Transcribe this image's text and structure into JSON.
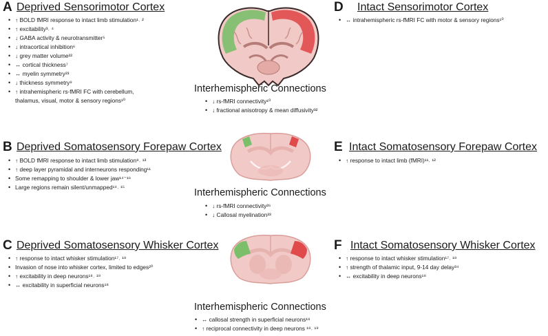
{
  "panels": {
    "A": {
      "letter": "A",
      "title": "Deprived Sensorimotor Cortex",
      "items": [
        "↑ BOLD fMRI response to intact limb stimulation¹˒ ²",
        "↑ excitability³˒ ⁴",
        "↓ GABA activity & neurotransmitter⁵",
        "↓ intracortical inhibition⁶",
        "↓ grey matter volume²²",
        "↔ cortical thickness⁷",
        "↔ myelin symmetry²³",
        "↓ thickness symmetry⁹",
        "↑ intrahemispheric rs-fMRI FC with cerebellum,",
        "thalamus, visual, motor & sensory regions¹⁰"
      ]
    },
    "B": {
      "letter": "B",
      "title": "Deprived Somatosensory Forepaw Cortex",
      "items": [
        "↑ BOLD fMRI response to intact limb stimulation⁸˒ ¹³",
        "↑ deep layer pyramidal and interneurons responding¹¹",
        "Some remapping to shoulder & lower jaw¹⁴⁻¹⁶",
        "Large regions remain silent/unmapped¹⁴˒ ¹⁵"
      ]
    },
    "C": {
      "letter": "C",
      "title": "Deprived Somatosensory Whisker Cortex",
      "items": [
        "↑ response to intact whisker stimulation¹⁷˒ ¹⁸",
        "Invasion of nose into whisker cortex, limited to edges²⁰",
        "↑ excitability in deep neurons¹⁸˒ ¹⁹",
        "↔ excitability in superficial neurons¹⁸"
      ]
    },
    "D": {
      "letter": "D",
      "title": "Intact Sensorimotor Cortex",
      "items": [
        "↔ intrahemispheric rs-fMRI FC with motor & sensory regions¹⁰"
      ]
    },
    "E": {
      "letter": "E",
      "title": "Intact Somatosensory Forepaw Cortex",
      "items": [
        "↑ response to intact limb (fMRI)¹¹˒ ¹²"
      ]
    },
    "F": {
      "letter": "F",
      "title": "Intact Somatosensory Whisker Cortex",
      "items": [
        "↑ response to intact whisker stimulation¹⁷˒ ¹⁸",
        "↑ strength of thalamic input, 9-14 day delay³⁴",
        "↔ excitability in deep neurons¹⁸"
      ]
    }
  },
  "interhemispheric": {
    "A": {
      "title": "Interhemispheric Connections",
      "items": [
        "↓ rs-fMRI connectivity¹⁰",
        "↓ fractional anisotropy & mean diffusivity³²"
      ]
    },
    "B": {
      "title": "Interhemispheric Connections",
      "items": [
        "↓ rs-fMRI connectivity²⁶",
        "↓ Callosal myelination³³"
      ]
    },
    "C": {
      "title": "Interhemispheric Connections",
      "items": [
        "↔ callosal strength in superficial neurons¹⁸",
        "↑ reciprocal connectivity in deep neurons ¹⁸˒ ¹⁹"
      ]
    }
  },
  "colors": {
    "deprived": "#7bbf6a",
    "intact": "#e04a4a",
    "brain_fill": "#f1c9c6",
    "brain_dark": "#d99e9a",
    "brain_outline": "#3a2a2a"
  }
}
